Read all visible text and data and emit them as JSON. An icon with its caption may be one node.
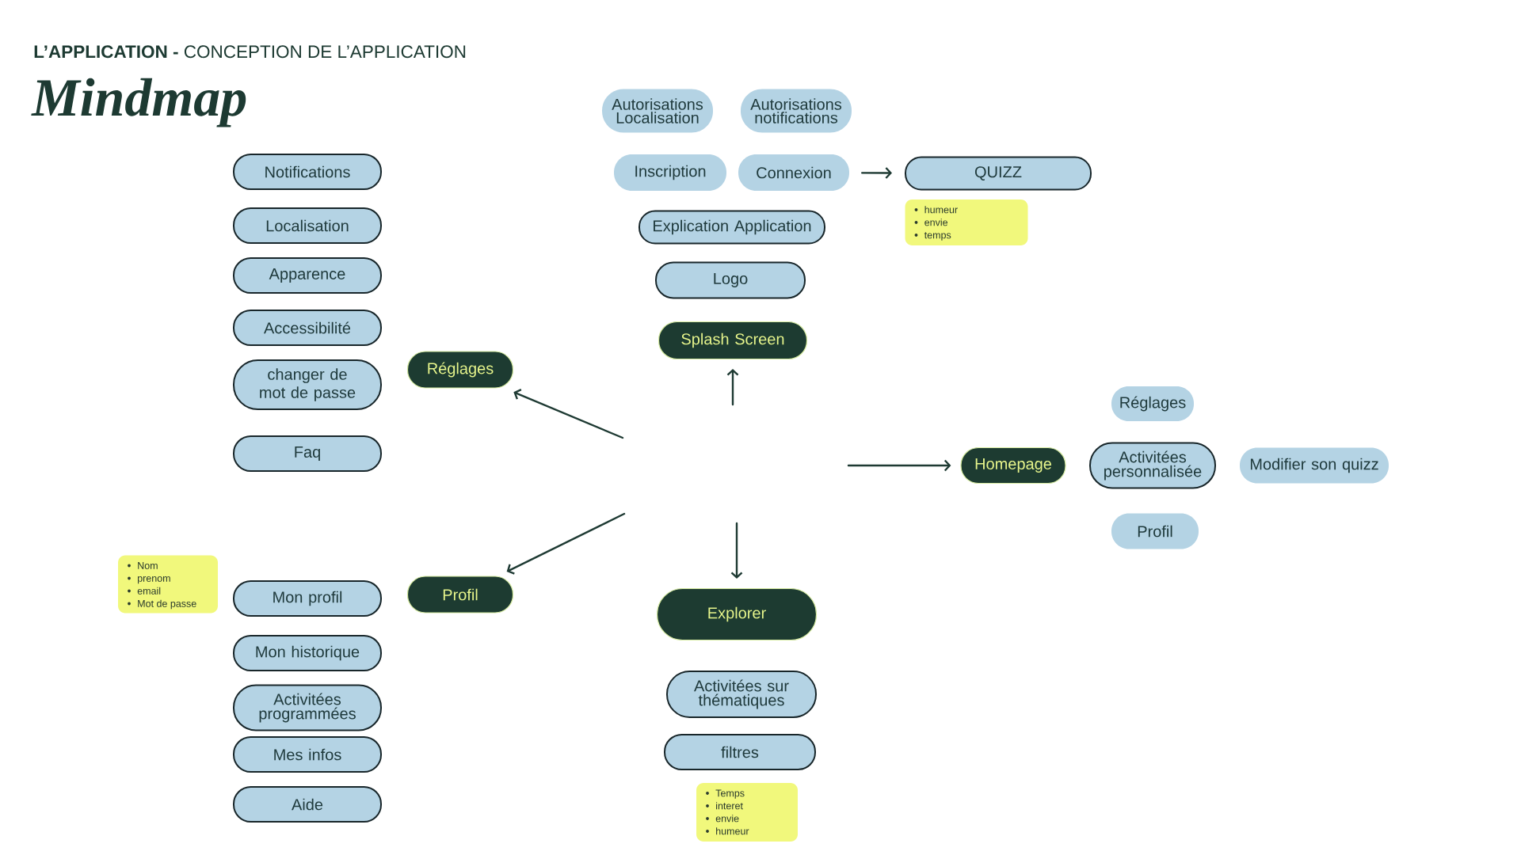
{
  "diagram": {
    "title": "Mindmap",
    "nodes": [
      {
        "text": [
          "Notifications"
        ]
      },
      {
        "text": [
          "Localisation"
        ]
      },
      {
        "text": [
          "Apparence"
        ]
      },
      {
        "text": [
          "Accessibilité"
        ]
      },
      {
        "text": [
          "changer de mot de passe"
        ]
      },
      {
        "text": [
          "Faq"
        ]
      },
      {
        "text": [
          "Réglages"
        ]
      },
      {
        "text": [
          "Nom",
          "prenom",
          "email",
          "Mot de passe"
        ]
      },
      {
        "text": [
          "Mon profil"
        ]
      },
      {
        "text": [
          "Mon historique"
        ]
      },
      {
        "text": [
          "Activitées programmées"
        ]
      },
      {
        "text": [
          "Mes infos"
        ]
      },
      {
        "text": [
          "Aide"
        ]
      },
      {
        "text": [
          "Profil"
        ]
      },
      {
        "text": [
          "Autorisations Localisation"
        ]
      },
      {
        "text": [
          "Autorisations notifications"
        ]
      },
      {
        "text": [
          "Inscription"
        ]
      },
      {
        "text": [
          "Connexion"
        ]
      },
      {
        "text": [
          "QUIZZ"
        ]
      },
      {
        "text": [
          "humeur",
          "envie",
          "temps"
        ]
      },
      {
        "text": [
          "Explication Application"
        ]
      },
      {
        "text": [
          "Logo"
        ]
      },
      {
        "text": [
          "Splash Screen"
        ]
      },
      {
        "text": [
          "Explorer"
        ]
      },
      {
        "text": [
          "Activitées sur thématiques"
        ]
      },
      {
        "text": [
          "filtres"
        ]
      },
      {
        "text": [
          "Temps",
          "interet",
          "envie",
          "humeur"
        ]
      },
      {
        "text": [
          "Homepage"
        ]
      },
      {
        "text": [
          "Réglages"
        ]
      },
      {
        "text": [
          "Activitées personnalisée"
        ]
      },
      {
        "text": [
          "Modifier son quizz"
        ]
      },
      {
        "text": [
          "Profil"
        ]
      }
    ],
    "edges": [
      {
        "from": null,
        "to": 22,
        "arrow": "to"
      },
      {
        "from": null,
        "to": 6,
        "arrow": "to"
      },
      {
        "from": null,
        "to": 13,
        "arrow": "to"
      },
      {
        "from": null,
        "to": 23,
        "arrow": "to"
      },
      {
        "from": null,
        "to": 27,
        "arrow": "to"
      },
      {
        "from": 17,
        "to": 18,
        "arrow": "to"
      }
    ],
    "labels": [
      "**L’APPLICATION -** CONCEPTION DE L’APPLICATION"
    ]
  }
}
